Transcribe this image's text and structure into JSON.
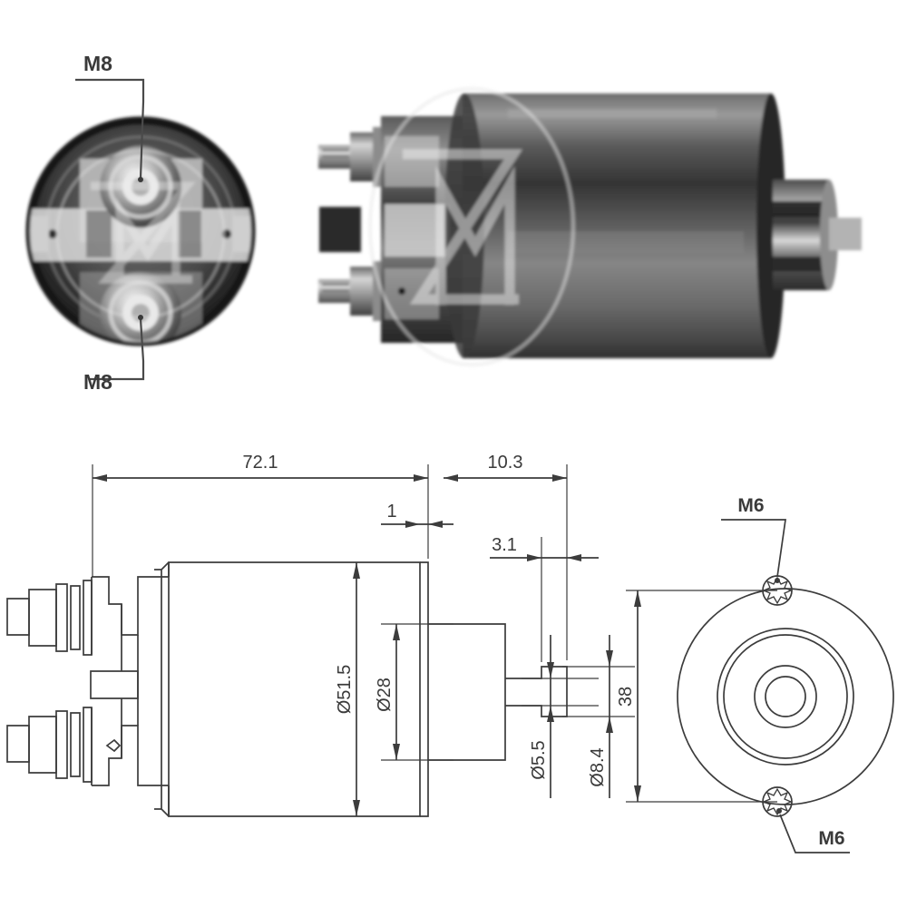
{
  "document": {
    "type": "product-technical-drawing",
    "subject": "starter motor solenoid",
    "background_color": "#ffffff",
    "line_color": "#3c3c3c",
    "text_color": "#3a3a3a"
  },
  "photo_views": {
    "front_view": {
      "name": "solenoid-front-view-photo",
      "labels": [
        {
          "text": "M8",
          "position": "top",
          "points_to": "upper-terminal-stud"
        },
        {
          "text": "M8",
          "position": "bottom",
          "points_to": "lower-terminal-stud"
        }
      ]
    },
    "side_view": {
      "name": "solenoid-side-view-photo",
      "watermark": "ZM"
    }
  },
  "drawing": {
    "section_view": {
      "name": "solenoid-section-view",
      "linear_dimensions": [
        {
          "id": "overall_body_length",
          "value": "72.1"
        },
        {
          "id": "flange_thickness",
          "value": "1"
        },
        {
          "id": "nose_length",
          "value": "10.3"
        },
        {
          "id": "shaft_step",
          "value": "3.1"
        }
      ],
      "diameter_dimensions": [
        {
          "id": "body_diameter",
          "value": "Ø51.5"
        },
        {
          "id": "nose_diameter",
          "value": "Ø28"
        },
        {
          "id": "plunger_rod_diameter",
          "value": "Ø5.5"
        },
        {
          "id": "plunger_collar_diameter",
          "value": "Ø8.4"
        }
      ]
    },
    "end_view": {
      "name": "solenoid-end-view",
      "center_distance": "38",
      "hole_labels": [
        {
          "text": "M6",
          "position": "top"
        },
        {
          "text": "M6",
          "position": "bottom"
        }
      ]
    }
  }
}
